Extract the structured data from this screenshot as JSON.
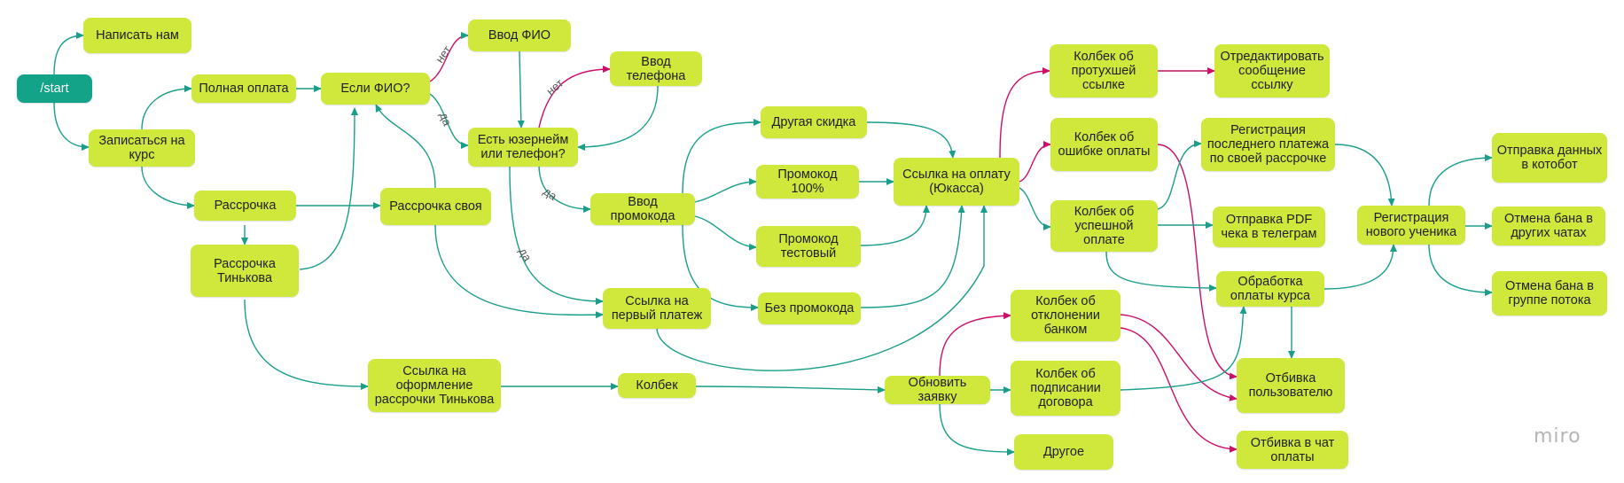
{
  "colors": {
    "node": "#cfe83b",
    "start": "#12a389",
    "edge_teal": "#1a9e8a",
    "edge_magenta": "#cc0e69"
  },
  "nodes": {
    "start": "/start",
    "write_us": "Написать нам",
    "enroll": "Записаться на курс",
    "full_pay": "Полная оплата",
    "if_fio": "Если ФИО?",
    "enter_fio": "Ввод ФИО",
    "enter_phone": "Ввод телефона",
    "has_user": "Есть юзернейм или телефон?",
    "installment": "Рассрочка",
    "own_installment": "Рассрочка своя",
    "tinkoff": "Рассрочка Тинькова",
    "promo_input": "Ввод промокода",
    "other_discount": "Другая скидка",
    "promo100": "Промокод 100%",
    "promo_test": "Промокод тестовый",
    "no_promo": "Без промокода",
    "pay_link": "Ссылка на оплату (Юкасса)",
    "first_payment": "Ссылка на первый платеж",
    "tinkoff_link": "Ссылка на оформление рассрочки Тинькова",
    "callback": "Колбек",
    "update_request": "Обновить заявку",
    "other": "Другое",
    "cb_expired": "Колбек об протухшей ссылке",
    "edit_msg": "Отредактировать сообщение ссылку",
    "cb_error": "Колбек об ошибке оплаты",
    "cb_success": "Колбек об успешной оплате",
    "cb_rejected": "Колбек об отклонении банком",
    "cb_signed": "Колбек об подписании договора",
    "reg_last": "Регистрация последнего платежа по своей рассрочке",
    "send_pdf": "Отправка PDF чека в телеграм",
    "process_pay": "Обработка оплаты курса",
    "reply_user": "Отбивка пользователю",
    "reply_chat": "Отбивка в чат оплаты",
    "reg_student": "Регистрация нового ученика",
    "send_bot": "Отправка данных в котобот",
    "unban_chats": "Отмена бана в других чатах",
    "unban_group": "Отмена бана в группе потока"
  },
  "edge_labels": {
    "no": "нет",
    "yes": "да"
  },
  "brand": "miro"
}
